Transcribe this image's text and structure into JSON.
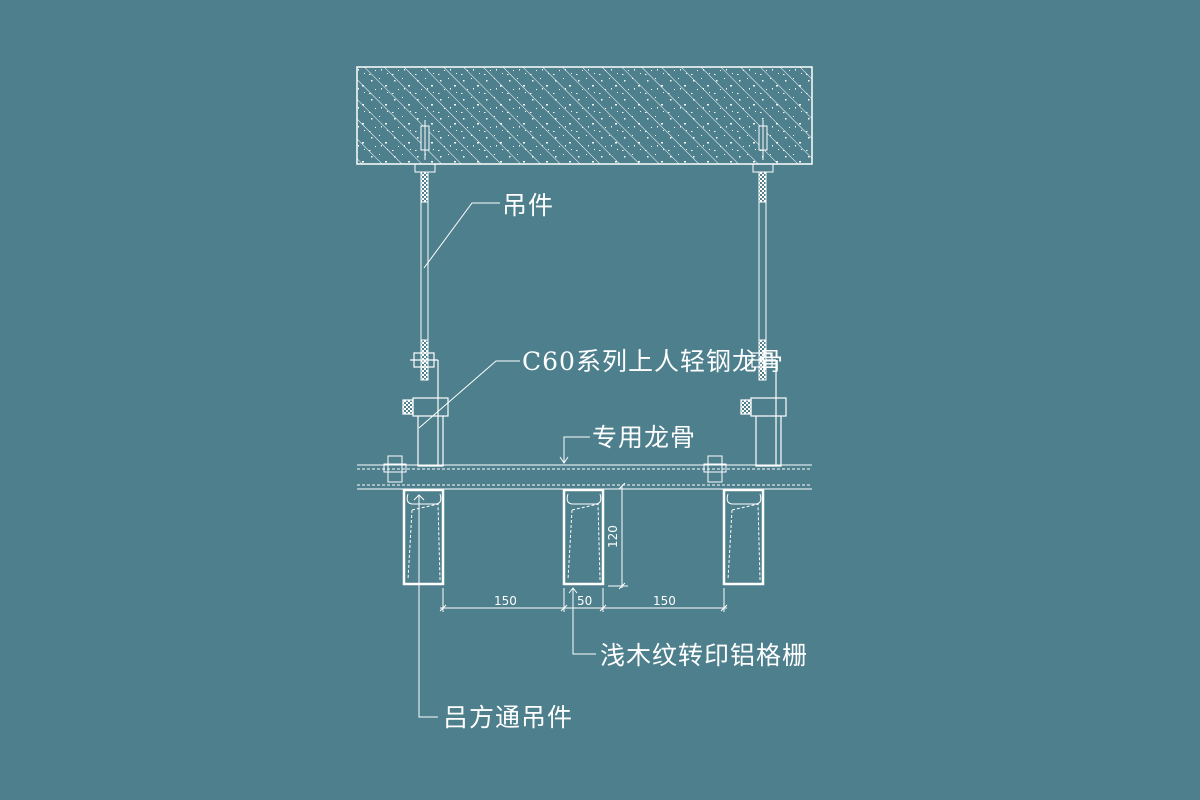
{
  "drawing": {
    "background_color": "#4d7f8c",
    "line_color": "#ffffff",
    "labels": {
      "hanger": "吊件",
      "c60_keel": "C60系列上人轻钢龙骨",
      "special_keel": "专用龙骨",
      "grille": "浅木纹转印铝格栅",
      "square_tube_hanger": "吕方通吊件"
    },
    "dimensions": {
      "gap_left": "150",
      "grille_width": "50",
      "gap_right": "150",
      "grille_height": "120"
    },
    "components": [
      "concrete-slab",
      "anchor-bolt-left",
      "anchor-bolt-right",
      "threaded-rod-left",
      "threaded-rod-right",
      "c60-keel-left",
      "c60-keel-right",
      "special-keel-rail",
      "grille-1",
      "grille-2",
      "grille-3"
    ]
  }
}
